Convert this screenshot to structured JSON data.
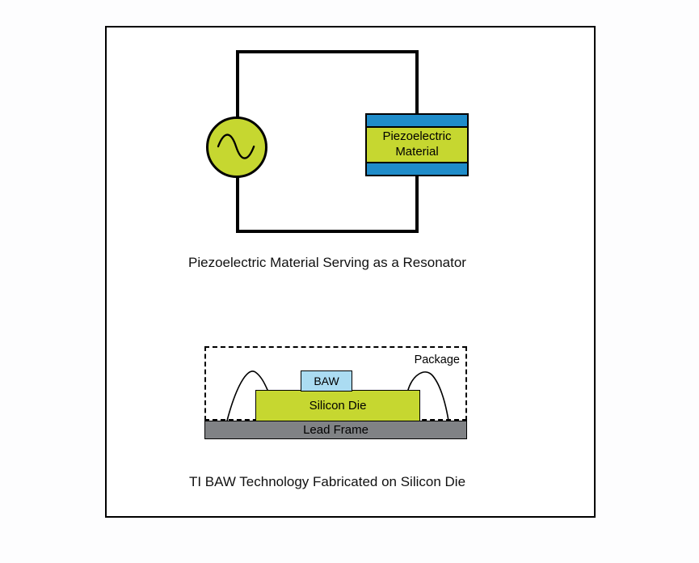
{
  "resonator_figure": {
    "component": {
      "line1": "Piezoelectric",
      "line2": "Material"
    },
    "caption": "Piezoelectric Material Serving as a Resonator"
  },
  "baw_figure": {
    "package_label": "Package",
    "baw_label": "BAW",
    "silicon_die_label": "Silicon Die",
    "lead_frame_label": "Lead Frame",
    "caption": "TI BAW Technology Fabricated on Silicon Die"
  },
  "colors": {
    "lime_green": "#c6d730",
    "electrode_blue": "#1f8cc9",
    "baw_light_blue": "#abdcf2",
    "lead_frame_gray": "#808285",
    "line_black": "#000000"
  }
}
